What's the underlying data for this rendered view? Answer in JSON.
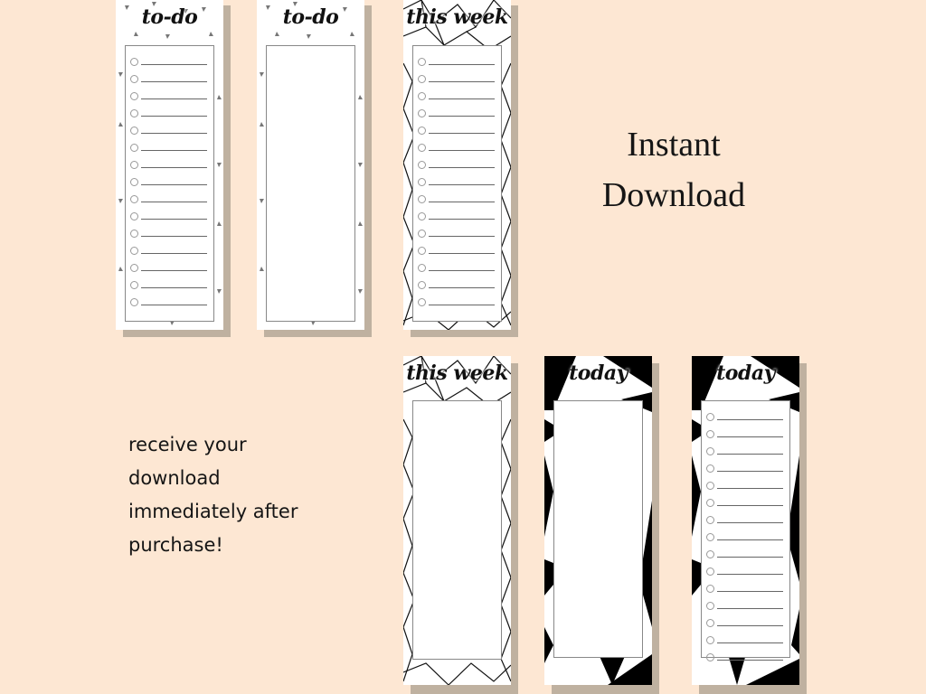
{
  "headline": {
    "line1": "Instant",
    "line2": "Download"
  },
  "subtext": {
    "line1": "receive your",
    "line2": "download",
    "line3": "immediately after",
    "line4": "purchase!"
  },
  "cards": [
    {
      "title": "to-do",
      "pattern": "dotted-triangles",
      "style": "checklist",
      "rows": 15
    },
    {
      "title": "to-do",
      "pattern": "dotted-triangles",
      "style": "blank"
    },
    {
      "title": "this week",
      "pattern": "geometric-lines",
      "style": "checklist",
      "rows": 15
    },
    {
      "title": "this week",
      "pattern": "geometric-lines",
      "style": "blank"
    },
    {
      "title": "today",
      "pattern": "black-triangles",
      "style": "blank"
    },
    {
      "title": "today",
      "pattern": "black-triangles",
      "style": "checklist",
      "rows": 15
    }
  ],
  "colors": {
    "background": "#fde7d3",
    "shadow": "#bfb1a0",
    "text": "#151515"
  }
}
